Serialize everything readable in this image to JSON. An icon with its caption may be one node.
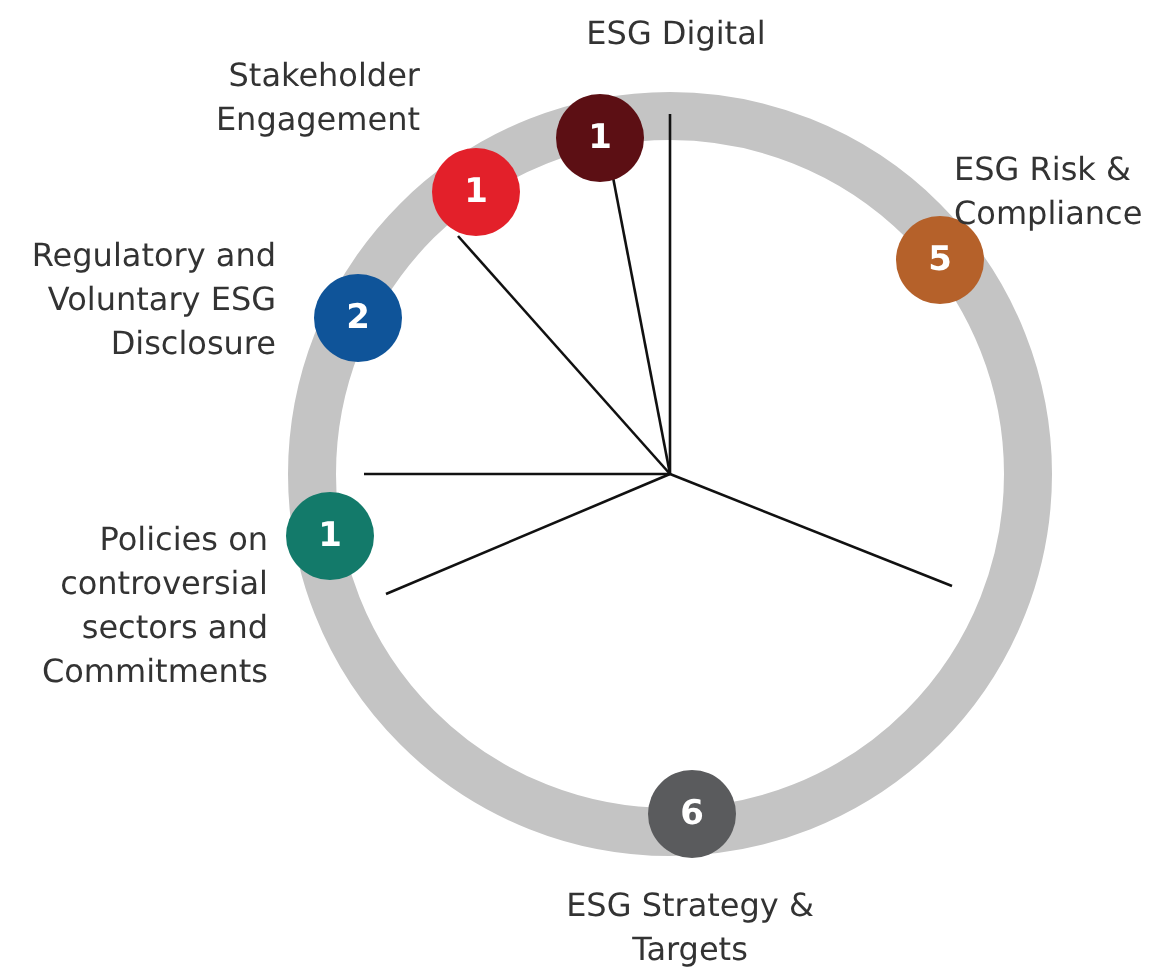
{
  "diagram": {
    "nodes": [
      {
        "text": [
          "1"
        ],
        "beside": [
          "ESG Digital"
        ]
      },
      {
        "text": [
          "1"
        ],
        "beside": [
          "Stakeholder Engagement"
        ]
      },
      {
        "text": [
          "5"
        ],
        "beside": [
          "ESG Risk & Compliance"
        ]
      },
      {
        "text": [
          "2"
        ],
        "beside": [
          "Regulatory and Voluntary ESG Disclosure"
        ]
      },
      {
        "text": [
          "1"
        ],
        "beside": [
          "Policies on controversial sectors and Commitments"
        ]
      },
      {
        "text": [
          "6"
        ],
        "beside": [
          "ESG Strategy & Targets"
        ]
      }
    ]
  }
}
